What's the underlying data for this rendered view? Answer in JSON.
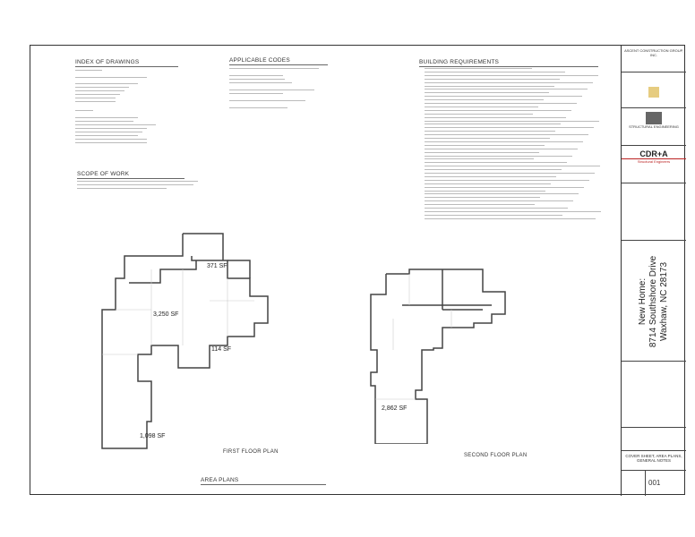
{
  "headings": {
    "index": "INDEX OF DRAWINGS",
    "codes": "APPLICABLE CODES",
    "requirements": "BUILDING REQUIREMENTS",
    "scope": "SCOPE OF WORK",
    "area_plans": "AREA PLANS"
  },
  "plans": {
    "first_floor": {
      "label": "FIRST FLOOR PLAN",
      "areas": [
        "371 SF",
        "3,250 SF",
        "114 SF",
        "1,098 SF"
      ]
    },
    "second_floor": {
      "label": "SECOND FLOOR PLAN",
      "areas": [
        "2,862 SF"
      ]
    }
  },
  "title_block": {
    "contractor": "ASCENT CONSTRUCTION GROUP, INC.",
    "engineer": "STRUCTURAL ENGINEERING",
    "structural_logo": "CDR+A",
    "structural_sub": "Structural Engineers",
    "project_line1": "New Home:",
    "project_line2": "8714 Southshore Drive",
    "project_line3": "Waxhaw, NC 28173",
    "sheet_title": "COVER SHEET, AREA PLANS, GENERAL NOTES",
    "sheet_number": "001"
  }
}
